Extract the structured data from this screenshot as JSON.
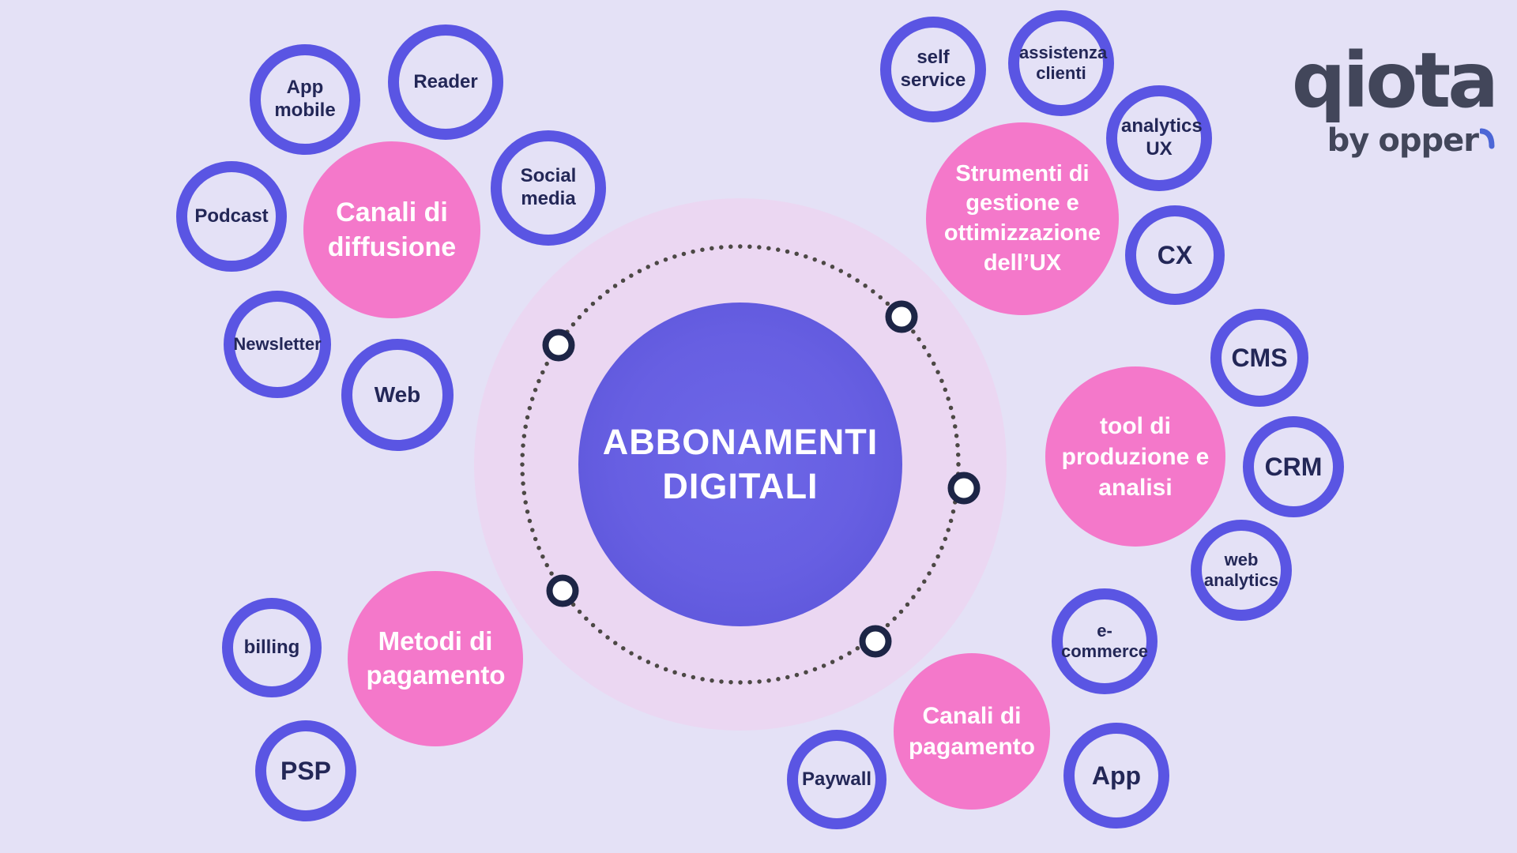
{
  "center": {
    "title": "ABBONAMENTI DIGITALI"
  },
  "logo": {
    "brand": "qiota",
    "byline_prefix": "by",
    "byline_brand": "opper"
  },
  "clusters": {
    "diffusione": {
      "label": "Canali di diffusione",
      "satellites": {
        "app_mobile": "App mobile",
        "reader": "Reader",
        "podcast": "Podcast",
        "social_media": "Social media",
        "newsletter": "Newsletter",
        "web": "Web"
      }
    },
    "ux": {
      "label": "Strumenti di gestione e ottimizzazione dell’UX",
      "satellites": {
        "self_service": "self service",
        "assistenza_clienti": "assistenza clienti",
        "analytics_ux": "analytics UX",
        "cx": "CX"
      }
    },
    "produzione": {
      "label": "tool di produzione e analisi",
      "satellites": {
        "cms": "CMS",
        "crm": "CRM",
        "web_analytics": "web analytics"
      }
    },
    "pagamento_canali": {
      "label": "Canali di pagamento",
      "satellites": {
        "e_commerce": "e-commerce",
        "app": "App",
        "paywall": "Paywall"
      }
    },
    "pagamento_metodi": {
      "label": "Metodi di pagamento",
      "satellites": {
        "billing": "billing",
        "psp": "PSP"
      }
    }
  },
  "colors": {
    "background": "#E4E1F6",
    "ring": "#5A55E3",
    "pink": "#F478CA",
    "halo": "#EBD7F2",
    "core_purple": "#5F58DC",
    "core_purple_light": "#6D67E7",
    "label_navy": "#232757",
    "dot_gray": "#4C4845",
    "node_ring_navy": "#1D2546",
    "logo_dark": "#42465A",
    "logo_accent_blue": "#4C66D6"
  }
}
